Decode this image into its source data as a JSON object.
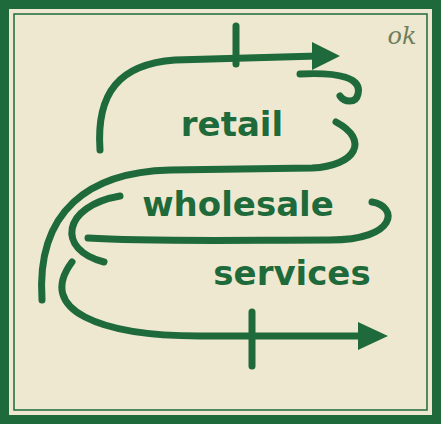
{
  "diagram": {
    "labels": [
      "retail",
      "wholesale",
      "services",
      "ok"
    ]
  }
}
